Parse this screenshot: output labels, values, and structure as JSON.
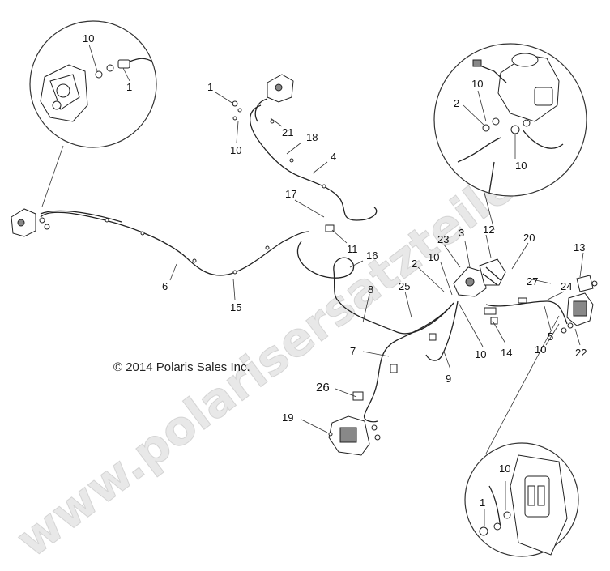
{
  "copyright": "© 2014 Polaris Sales Inc.",
  "watermark": "www.polarisersatzteile.de",
  "colors": {
    "line": "#222222",
    "watermark": "#d6d6d6",
    "background": "#ffffff"
  },
  "callouts": {
    "c_tl_10": "10",
    "c_tl_1": "1",
    "c_1a": "1",
    "c_10a": "10",
    "c_21": "21",
    "c_18": "18",
    "c_4": "4",
    "c_17": "17",
    "c_11": "11",
    "c_16": "16",
    "c_6": "6",
    "c_15": "15",
    "c_8": "8",
    "c_7": "7",
    "c_25": "25",
    "c_2": "2",
    "c_10b": "10",
    "c_23": "23",
    "c_3": "3",
    "c_12": "12",
    "c_20": "20",
    "c_27": "27",
    "c_24": "24",
    "c_13": "13",
    "c_5": "5",
    "c_10c": "10",
    "c_22": "22",
    "c_14": "14",
    "c_10d": "10",
    "c_9": "9",
    "c_26": "26",
    "c_19": "19",
    "c_tr_2": "2",
    "c_tr_10a": "10",
    "c_tr_10b": "10",
    "c_br_10": "10",
    "c_br_1": "1"
  }
}
